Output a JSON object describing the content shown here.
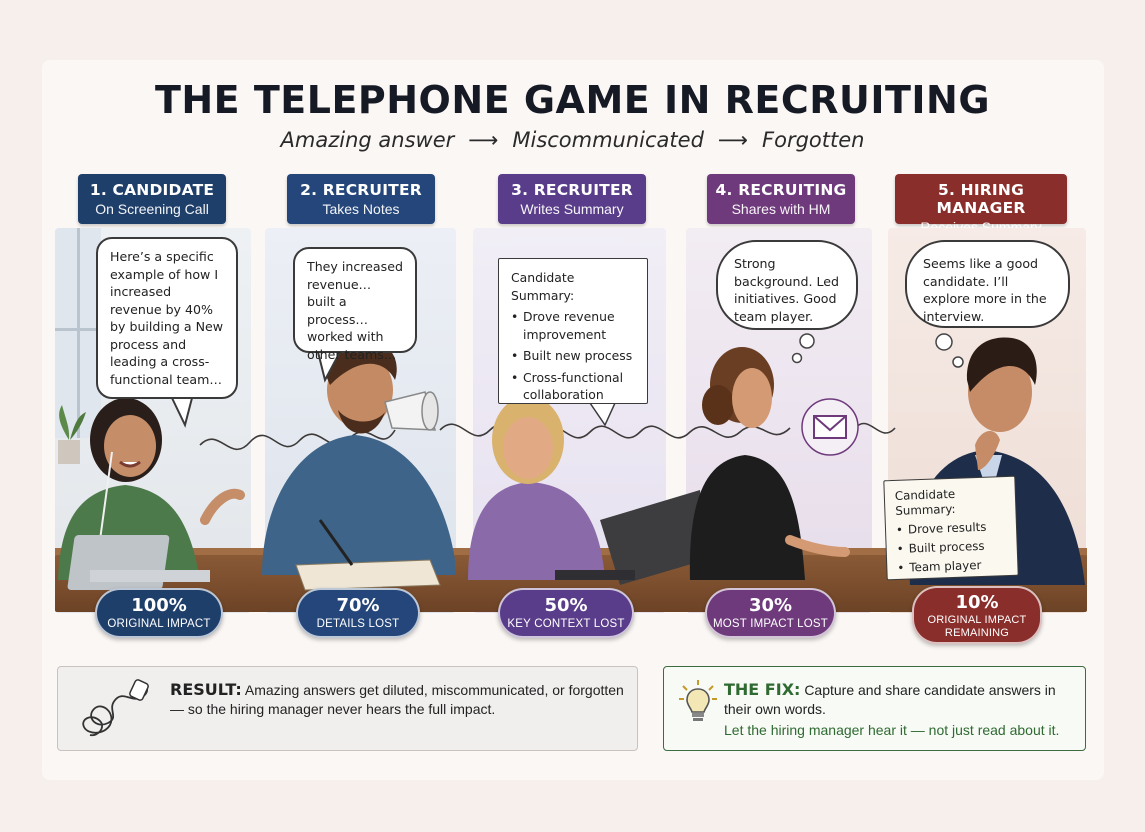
{
  "title": "THE TELEPHONE GAME IN RECRUITING",
  "subtitle": {
    "step1": "Amazing answer",
    "step2": "Miscommunicated",
    "step3": "Forgotten",
    "arrow": "⟶"
  },
  "colors": {
    "stage1": "#1f3f6b",
    "stage2": "#24467a",
    "stage3": "#5a3d8a",
    "stage4": "#6e3a7c",
    "stage5": "#8a2e2b",
    "fix_accent": "#2f6a31"
  },
  "stages": [
    {
      "title": "1. CANDIDATE",
      "subtitle": "On Screening Call",
      "bubble": "Here’s a specific example of how I increased revenue by 40% by building a New process and leading a cross-functional team…",
      "pct": "100%",
      "label": "ORIGINAL IMPACT"
    },
    {
      "title": "2. RECRUITER",
      "subtitle": "Takes Notes",
      "bubble": "They increased revenue… built a process… worked with other teams…",
      "pct": "70%",
      "label": "DETAILS LOST"
    },
    {
      "title": "3. RECRUITER",
      "subtitle": "Writes Summary",
      "summary_title": "Candidate Summary:",
      "summary_items": [
        "Drove revenue improvement",
        "Built new process",
        "Cross-functional collaboration"
      ],
      "pct": "50%",
      "label": "KEY CONTEXT LOST"
    },
    {
      "title": "4. RECRUITING",
      "subtitle": "Shares with HM",
      "bubble": "Strong background. Led initiatives. Good team player.",
      "pct": "30%",
      "label": "MOST IMPACT LOST"
    },
    {
      "title": "5. HIRING MANAGER",
      "subtitle": "Receives Summary",
      "bubble": "Seems like a good candidate. I’ll explore more in the interview.",
      "card_title": "Candidate Summary:",
      "card_items": [
        "Drove results",
        "Built process",
        "Team player"
      ],
      "pct": "10%",
      "label_1": "ORIGINAL IMPACT",
      "label_2": "REMAINING"
    }
  ],
  "result": {
    "lead": "RESULT:",
    "text": "Amazing answers get diluted, miscommunicated, or forgotten— so the hiring manager never hears the full impact."
  },
  "fix": {
    "lead": "THE FIX:",
    "text": "Capture and share candidate answers in their own words.",
    "line3": "Let the hiring manager hear it — not just read about it."
  },
  "icons": {
    "result": "tangled-string-icon",
    "fix": "lightbulb-icon",
    "mail": "envelope-icon"
  }
}
